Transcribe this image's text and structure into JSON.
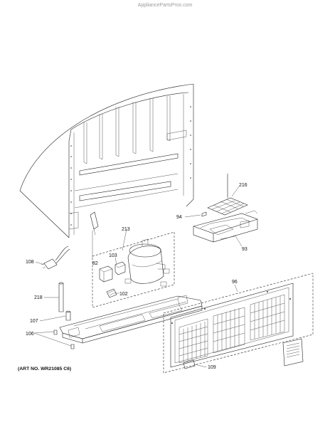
{
  "watermark": "AppliancePartsPros.com",
  "art_number": "(ART NO. WR21085 C6)",
  "callouts": {
    "c216": "216",
    "c94": "94",
    "c82": "82",
    "c93": "93",
    "c213": "213",
    "c103": "103",
    "c108": "108",
    "c102": "102",
    "c96": "96",
    "c218": "218",
    "c107": "107",
    "c106": "106",
    "c109": "109"
  }
}
